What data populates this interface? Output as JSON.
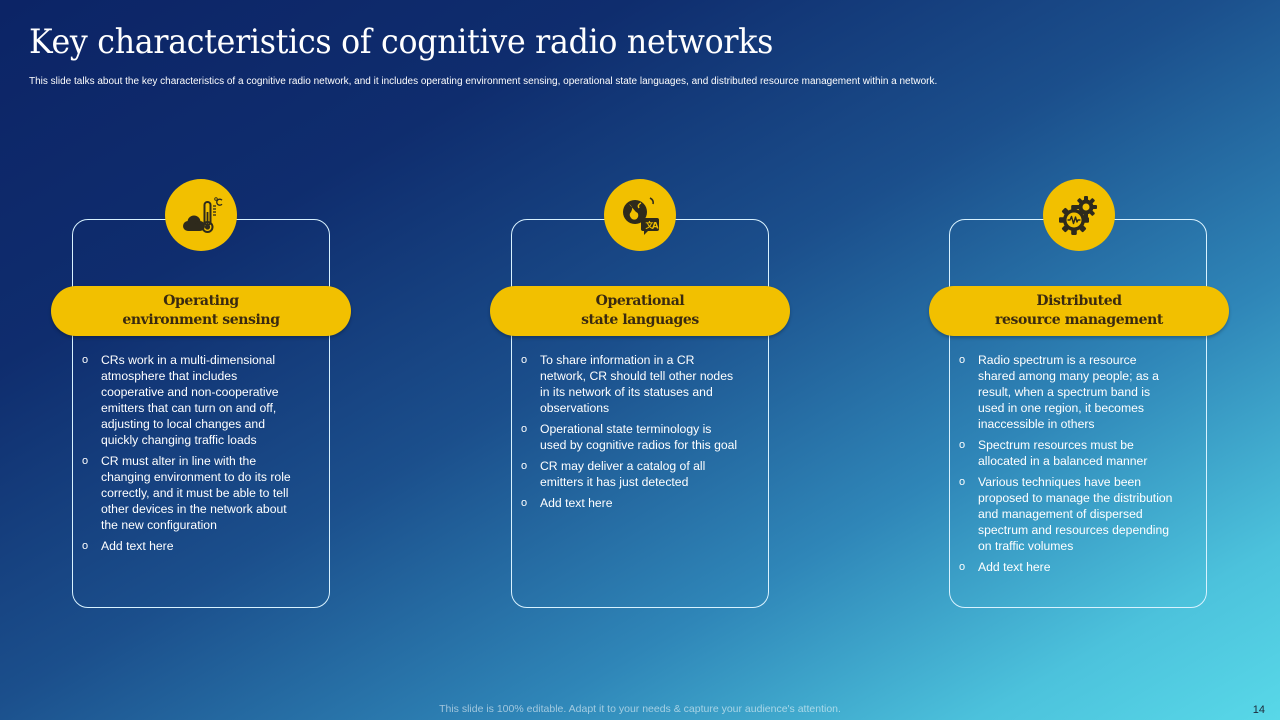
{
  "slide": {
    "title": "Key characteristics of cognitive radio networks",
    "subtitle": "This slide talks about the key characteristics of a cognitive radio network, and it includes operating environment sensing, operational state languages, and distributed resource management within a network.",
    "footer": "This slide is 100% editable. Adapt it to your needs & capture your audience's attention.",
    "page_number": "14",
    "colors": {
      "accent": "#f2c000",
      "heading_text": "#3a2a10",
      "card_border": "#d8f2ff",
      "background_start": "#0c2466",
      "background_end": "#58d8e8"
    }
  },
  "bullet_glyph": "o",
  "columns": [
    {
      "icon": "weather-thermometer-icon",
      "heading_line1": "Operating",
      "heading_line2": "environment sensing",
      "bullets": [
        "CRs work in a multi-dimensional atmosphere that includes cooperative and non-cooperative emitters that can turn on and off, adjusting to local changes and quickly changing traffic loads",
        "CR must alter in line with the changing environment to do its role correctly, and it must be able to tell other devices in the network about the new configuration",
        "Add text here"
      ]
    },
    {
      "icon": "globe-translate-icon",
      "heading_line1": "Operational",
      "heading_line2": "state languages",
      "bullets": [
        "To share information in a CR network, CR should tell other nodes in its network of its statuses and observations",
        "Operational state terminology is used by cognitive radios for this goal",
        "CR may deliver a catalog of all emitters it has just detected",
        "Add text here"
      ]
    },
    {
      "icon": "gears-pulse-icon",
      "heading_line1": "Distributed",
      "heading_line2": "resource management",
      "bullets": [
        "Radio spectrum is a resource shared among many people; as a result, when a spectrum band is used in one region, it becomes inaccessible in others",
        "Spectrum resources must be allocated in a balanced manner",
        "Various techniques have been proposed to manage the distribution and management of dispersed spectrum and resources depending on traffic volumes",
        "Add text here"
      ]
    }
  ]
}
